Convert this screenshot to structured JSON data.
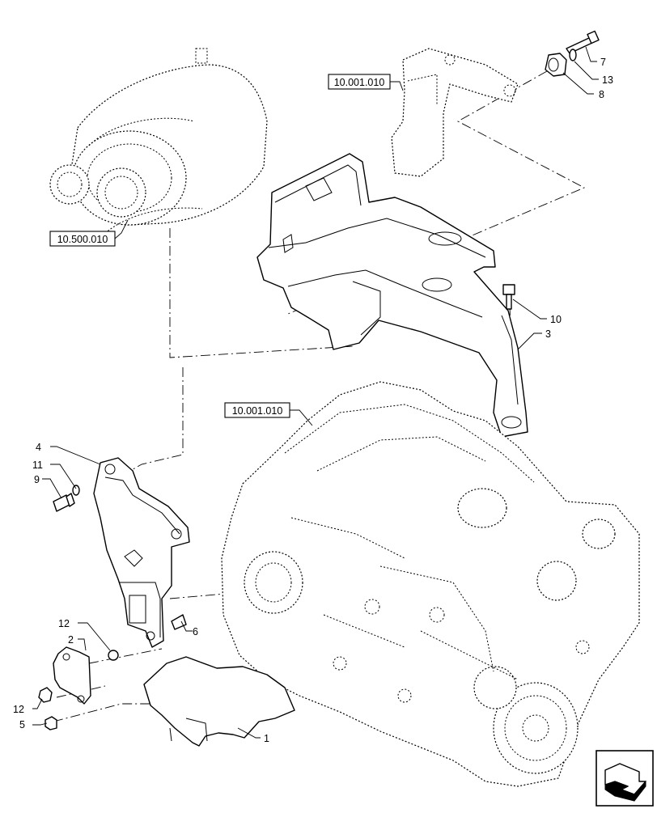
{
  "references": [
    {
      "id": "ref-engine-top",
      "text": "10.001.010"
    },
    {
      "id": "ref-tank",
      "text": "10.500.010"
    },
    {
      "id": "ref-engine",
      "text": "10.001.010"
    }
  ],
  "callouts": [
    {
      "id": "c7",
      "text": "7"
    },
    {
      "id": "c13",
      "text": "13"
    },
    {
      "id": "c8",
      "text": "8"
    },
    {
      "id": "c10",
      "text": "10"
    },
    {
      "id": "c3",
      "text": "3"
    },
    {
      "id": "c4",
      "text": "4"
    },
    {
      "id": "c11",
      "text": "11"
    },
    {
      "id": "c9",
      "text": "9"
    },
    {
      "id": "c6",
      "text": "6"
    },
    {
      "id": "c12a",
      "text": "12"
    },
    {
      "id": "c2",
      "text": "2"
    },
    {
      "id": "c12b",
      "text": "12"
    },
    {
      "id": "c5",
      "text": "5"
    },
    {
      "id": "c1",
      "text": "1"
    }
  ],
  "nav_icon": "arrow-corner-icon"
}
